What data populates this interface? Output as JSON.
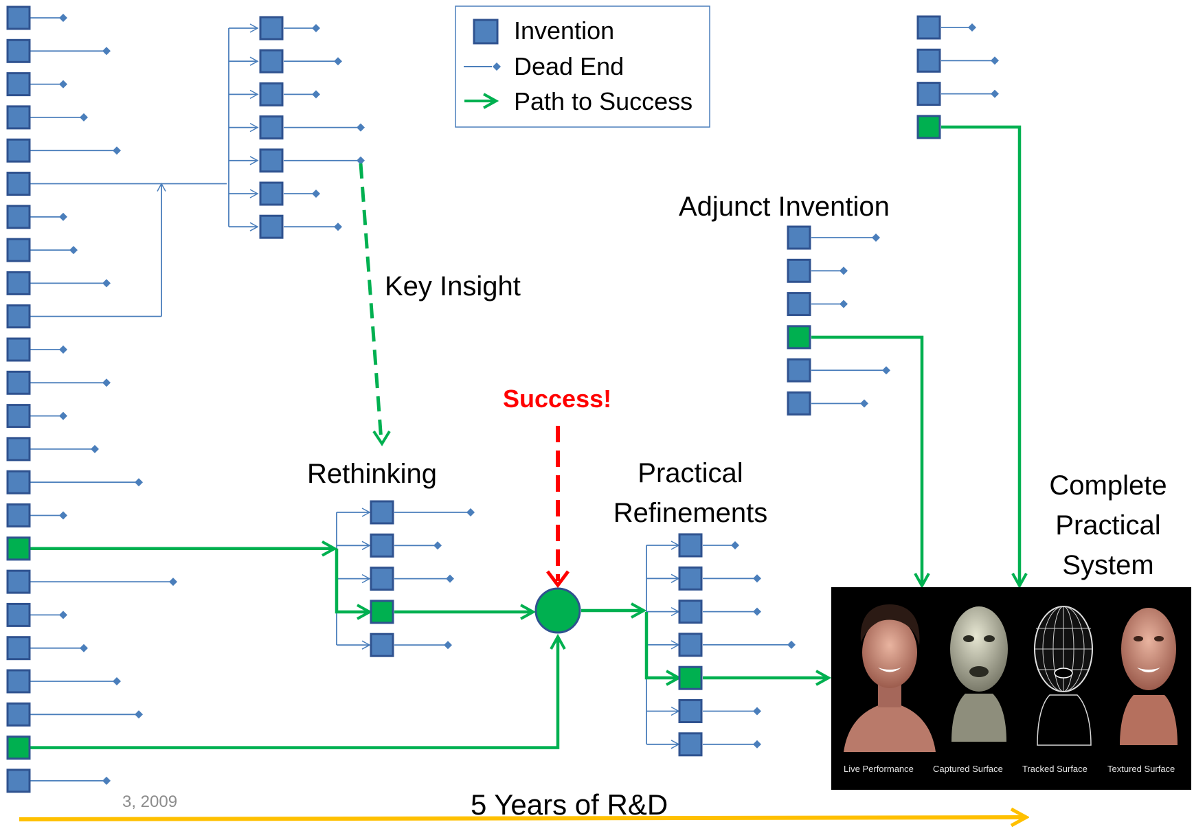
{
  "legend": {
    "invention": "Invention",
    "dead_end": "Dead End",
    "path_to_success": "Path to Success"
  },
  "labels": {
    "key_insight": "Key Insight",
    "success": "Success!",
    "rethinking": "Rethinking",
    "practical_refinements_line1": "Practical",
    "practical_refinements_line2": "Refinements",
    "adjunct_invention": "Adjunct Invention",
    "complete_line1": "Complete",
    "complete_line2": "Practical",
    "complete_line3": "System",
    "date_fragment": "3, 2009",
    "timeline": "5 Years of R&D"
  },
  "photo": {
    "captions": [
      "Live Performance",
      "Captured Surface",
      "Tracked Surface",
      "Textured Surface"
    ]
  },
  "colors": {
    "box_fill": "#4f81bd",
    "box_stroke": "#2f528f",
    "success_green": "#00b050",
    "dead_end_line": "#4a7ebb",
    "key_insight_dash": "#00b050",
    "success_arrow": "#ff0000",
    "timeline_arrow": "#ffc000"
  }
}
